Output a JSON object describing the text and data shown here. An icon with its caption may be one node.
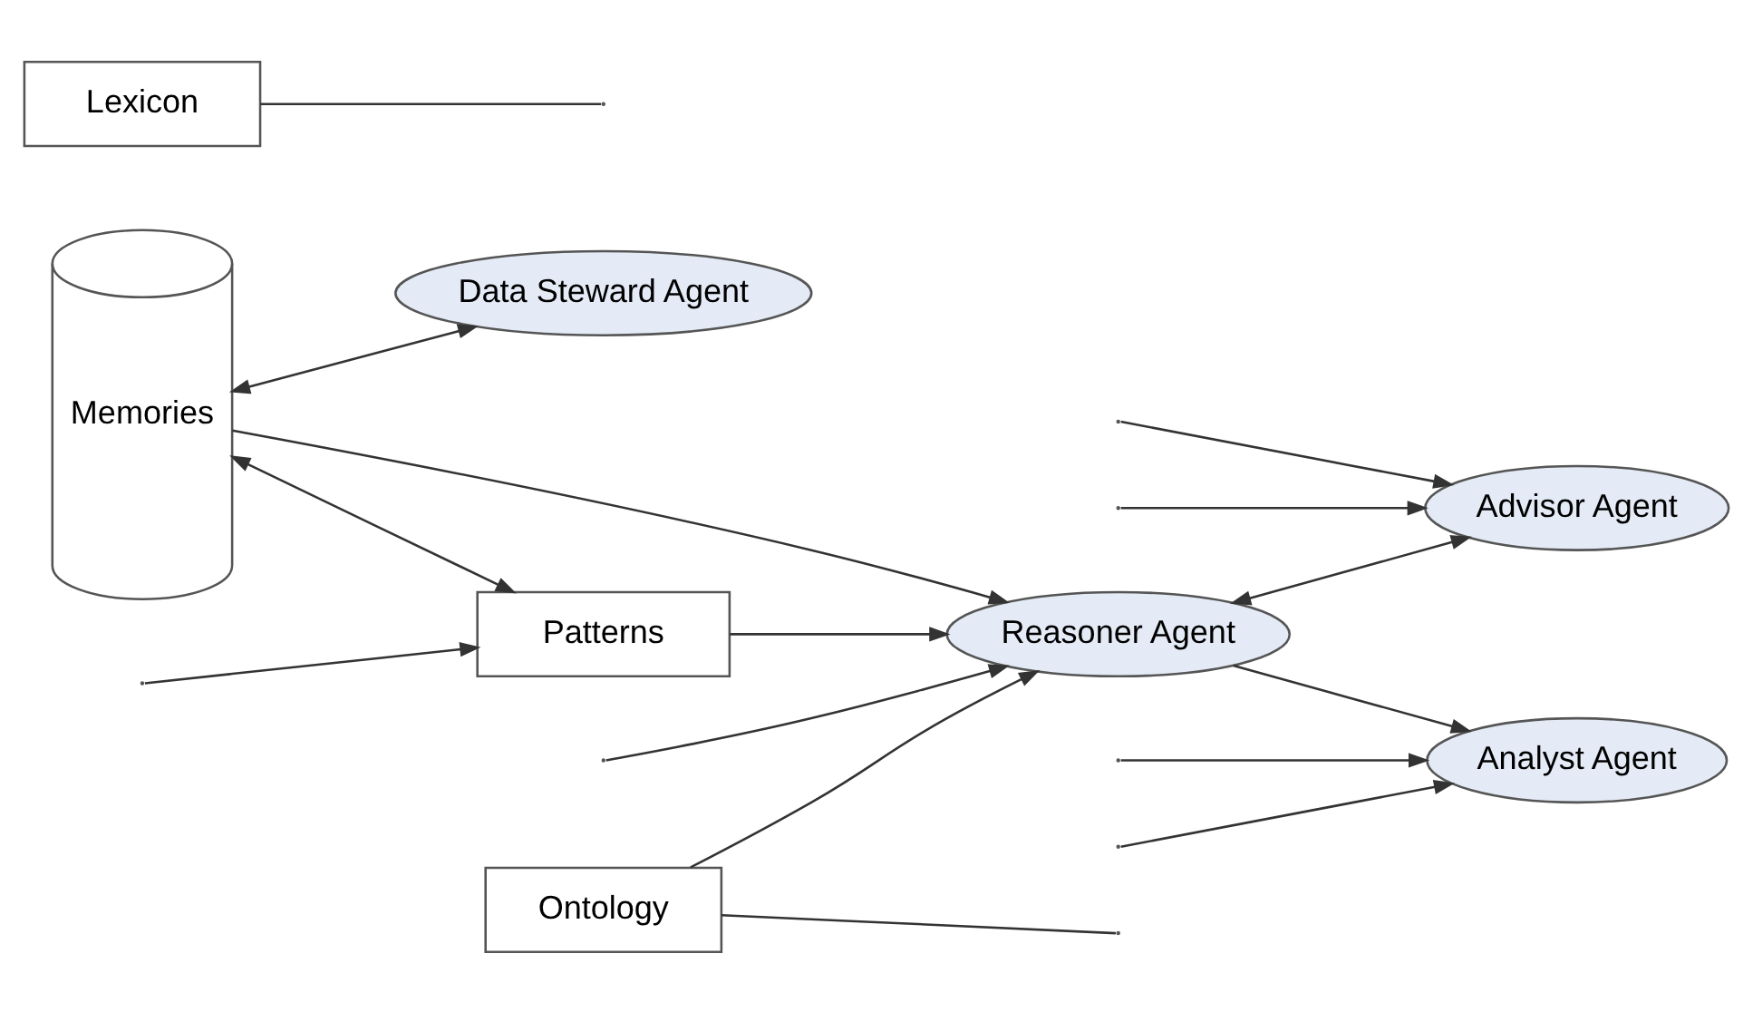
{
  "diagram": {
    "nodes": [
      {
        "text": [
          "Data Steward Agent"
        ]
      },
      {
        "text": [
          "Advisor Agent"
        ]
      },
      {
        "text": [
          "Memories"
        ]
      },
      {
        "text": [
          "Reasoner Agent"
        ]
      },
      {
        "text": [
          "Ontology"
        ]
      },
      {
        "text": [
          "Lexicon"
        ]
      },
      {
        "text": [
          "Patterns"
        ]
      },
      {
        "text": [
          "Analyst Agent"
        ]
      }
    ],
    "edges": [
      {
        "from": 2,
        "to": 0,
        "arrow": "both"
      },
      {
        "from": null,
        "to": 1,
        "arrow": "to"
      },
      {
        "from": null,
        "to": 1,
        "arrow": "to"
      },
      {
        "from": 3,
        "to": 1,
        "arrow": "both"
      },
      {
        "from": null,
        "to": 3,
        "arrow": "to"
      },
      {
        "from": 2,
        "to": 3,
        "arrow": "to"
      },
      {
        "from": 4,
        "to": 3,
        "arrow": "to"
      },
      {
        "from": 6,
        "to": 3,
        "arrow": "to"
      },
      {
        "from": 2,
        "to": 6,
        "arrow": "both"
      },
      {
        "from": null,
        "to": 6,
        "arrow": "to"
      },
      {
        "from": 3,
        "to": 7,
        "arrow": "to"
      },
      {
        "from": null,
        "to": 7,
        "arrow": "to"
      },
      {
        "from": null,
        "to": 7,
        "arrow": "to"
      },
      {
        "from": 4,
        "to": null,
        "arrow": "none"
      },
      {
        "from": 5,
        "to": null,
        "arrow": "none"
      }
    ]
  }
}
